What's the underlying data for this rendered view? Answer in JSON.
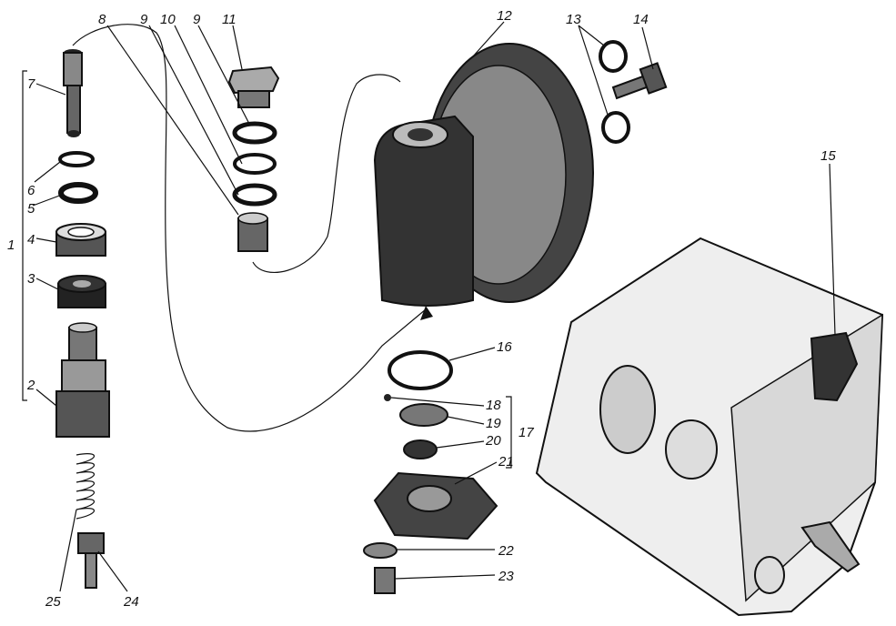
{
  "labels": {
    "l1": "1",
    "l2": "2",
    "l3": "3",
    "l4": "4",
    "l5": "5",
    "l6": "6",
    "l7": "7",
    "l8": "8",
    "l9a": "9",
    "l10": "10",
    "l9b": "9",
    "l11": "11",
    "l12": "12",
    "l13": "13",
    "l14": "14",
    "l15": "15",
    "l16": "16",
    "l17": "17",
    "l18": "18",
    "l19": "19",
    "l20": "20",
    "l21": "21",
    "l22": "22",
    "l23": "23",
    "l24": "24",
    "l25": "25"
  }
}
